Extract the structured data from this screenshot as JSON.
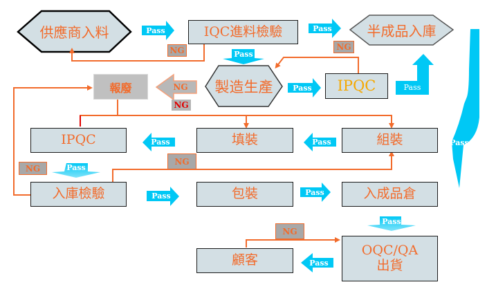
{
  "colors": {
    "node_fill": "#d3dfe4",
    "text_orange": "#f26b2b",
    "ipqc_yellow": "#f5a800",
    "pass_cyan": "#00c8f5",
    "connector_orange": "#f26b2b",
    "ng_grey": "#a8a8a8"
  },
  "nodes": {
    "supplier_incoming": "供應商入料",
    "iqc_inspection": "IQC進料檢驗",
    "semi_finished_storage": "半成品入庫",
    "manufacturing": "製造生產",
    "ipqc_top": "IPQC",
    "scrap": "報廢",
    "ipqc_mid": "IPQC",
    "filling": "填裝",
    "assembly": "組裝",
    "warehouse_inspection": "入庫檢驗",
    "packaging": "包裝",
    "finished_goods_storage": "入成品倉",
    "customer": "顧客",
    "oqc_line1": "OQC/QA",
    "oqc_line2": "出貨"
  },
  "arrows": {
    "pass_label": "Pass",
    "ng_label": "NG"
  }
}
